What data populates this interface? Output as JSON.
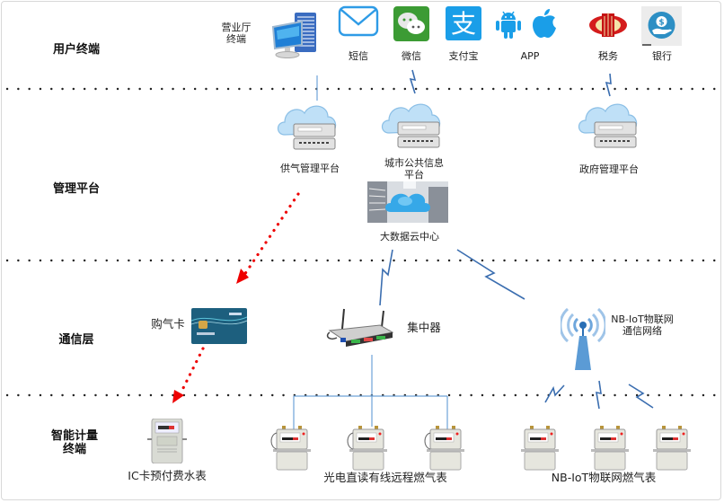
{
  "layers": {
    "user_terminal": "用户终端",
    "management_platform": "管理平台",
    "communication_layer": "通信层",
    "smart_metering_terminal": [
      "智能计量",
      "终端"
    ]
  },
  "user_terminals": {
    "business_hall": [
      "营业厅",
      "终端"
    ],
    "sms": "短信",
    "wechat": "微信",
    "alipay": "支付宝",
    "app": "APP",
    "tax": "税务",
    "bank": "银行"
  },
  "platforms": {
    "gas_supply": "供气管理平台",
    "city_info": [
      "城市公共信息",
      "平台"
    ],
    "government": "政府管理平台",
    "big_data": "大数据云中心"
  },
  "communication": {
    "gas_card": "购气卡",
    "concentrator": "集中器",
    "nbiot_network": [
      "NB-IoT物联网",
      "通信网络"
    ]
  },
  "meters": {
    "ic_card_meter": "IC卡预付费水表",
    "wired_remote_meters": "光电直读有线远程燃气表",
    "nbiot_meters": "NB-IoT物联网燃气表"
  },
  "colors": {
    "dotted_line": "#222222",
    "connector": "#6fa3d8",
    "red_arrow": "#ee0000",
    "lightning": "#3b6eb0",
    "antenna": "#5b9bd5"
  }
}
